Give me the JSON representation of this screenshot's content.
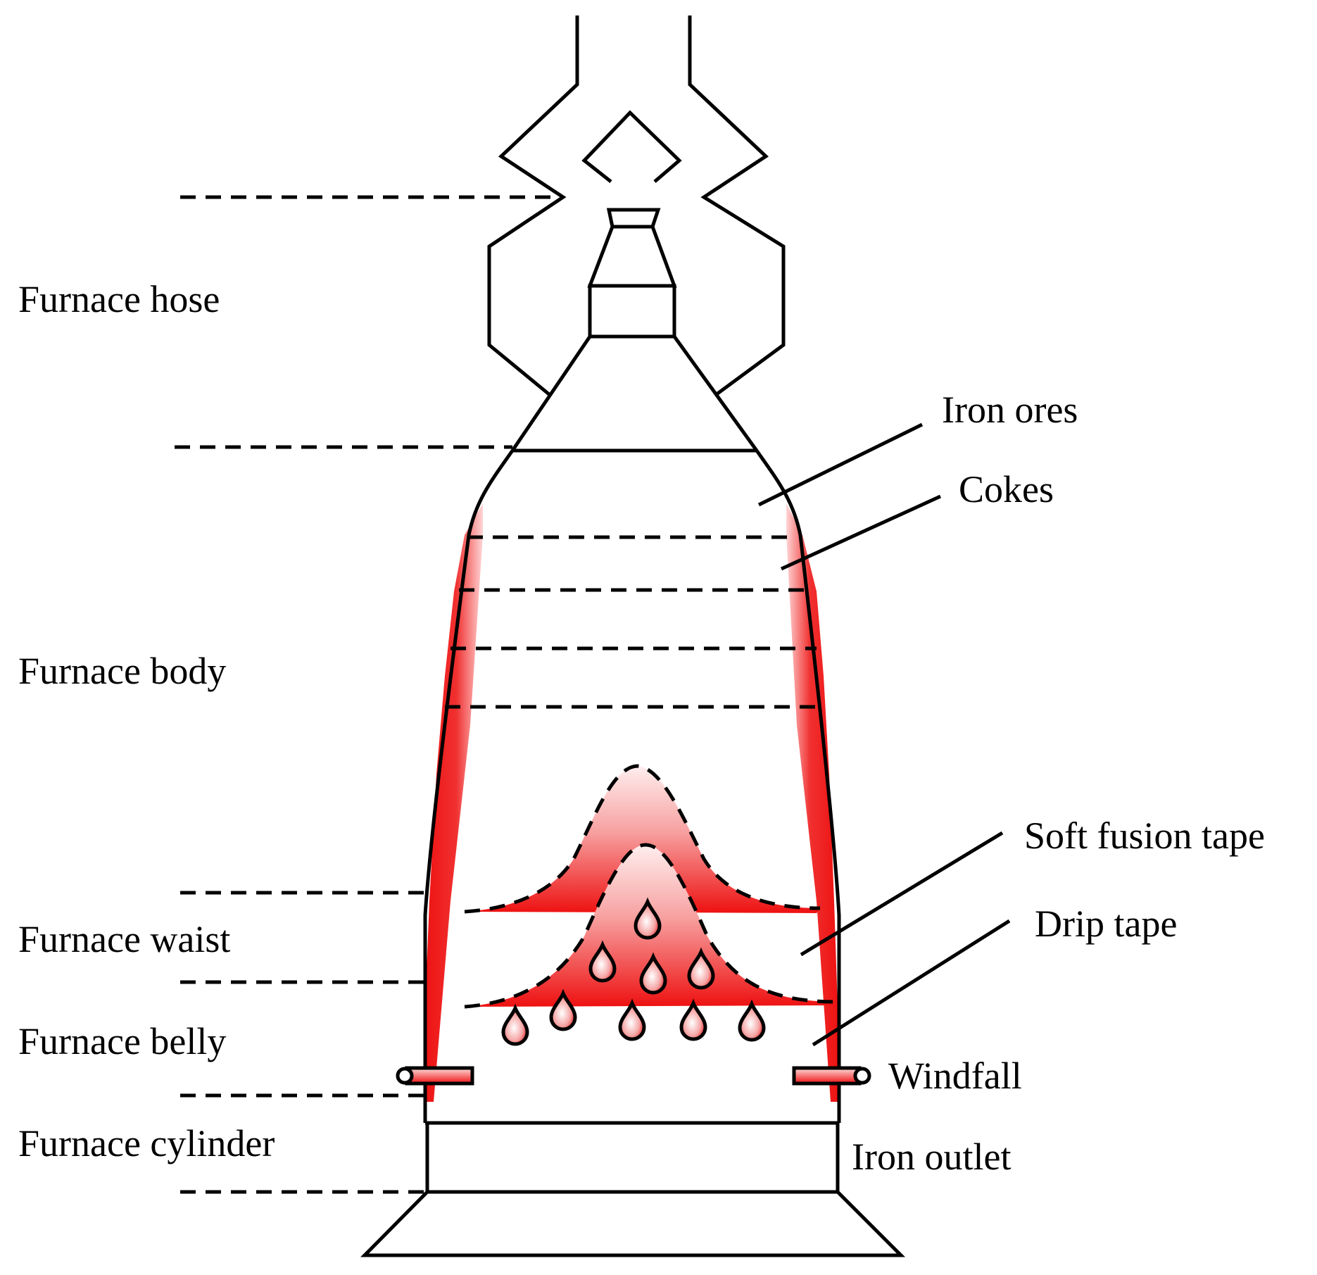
{
  "zone_labels": {
    "throat": "Furnace hose",
    "shaft": "Furnace body",
    "waist": "Furnace waist",
    "bosh": "Furnace belly",
    "hearth": "Furnace cylinder"
  },
  "part_labels": {
    "iron_ores": "Iron ores",
    "cokes": "Cokes",
    "soft_fusion": "Soft fusion tape",
    "drip": "Drip tape",
    "windfall": "Windfall",
    "iron_outlet": "Iron outlet"
  },
  "colors": {
    "outline": "#000000",
    "heat_red": "#ee1111",
    "heat_pale": "#ffe8e8"
  }
}
